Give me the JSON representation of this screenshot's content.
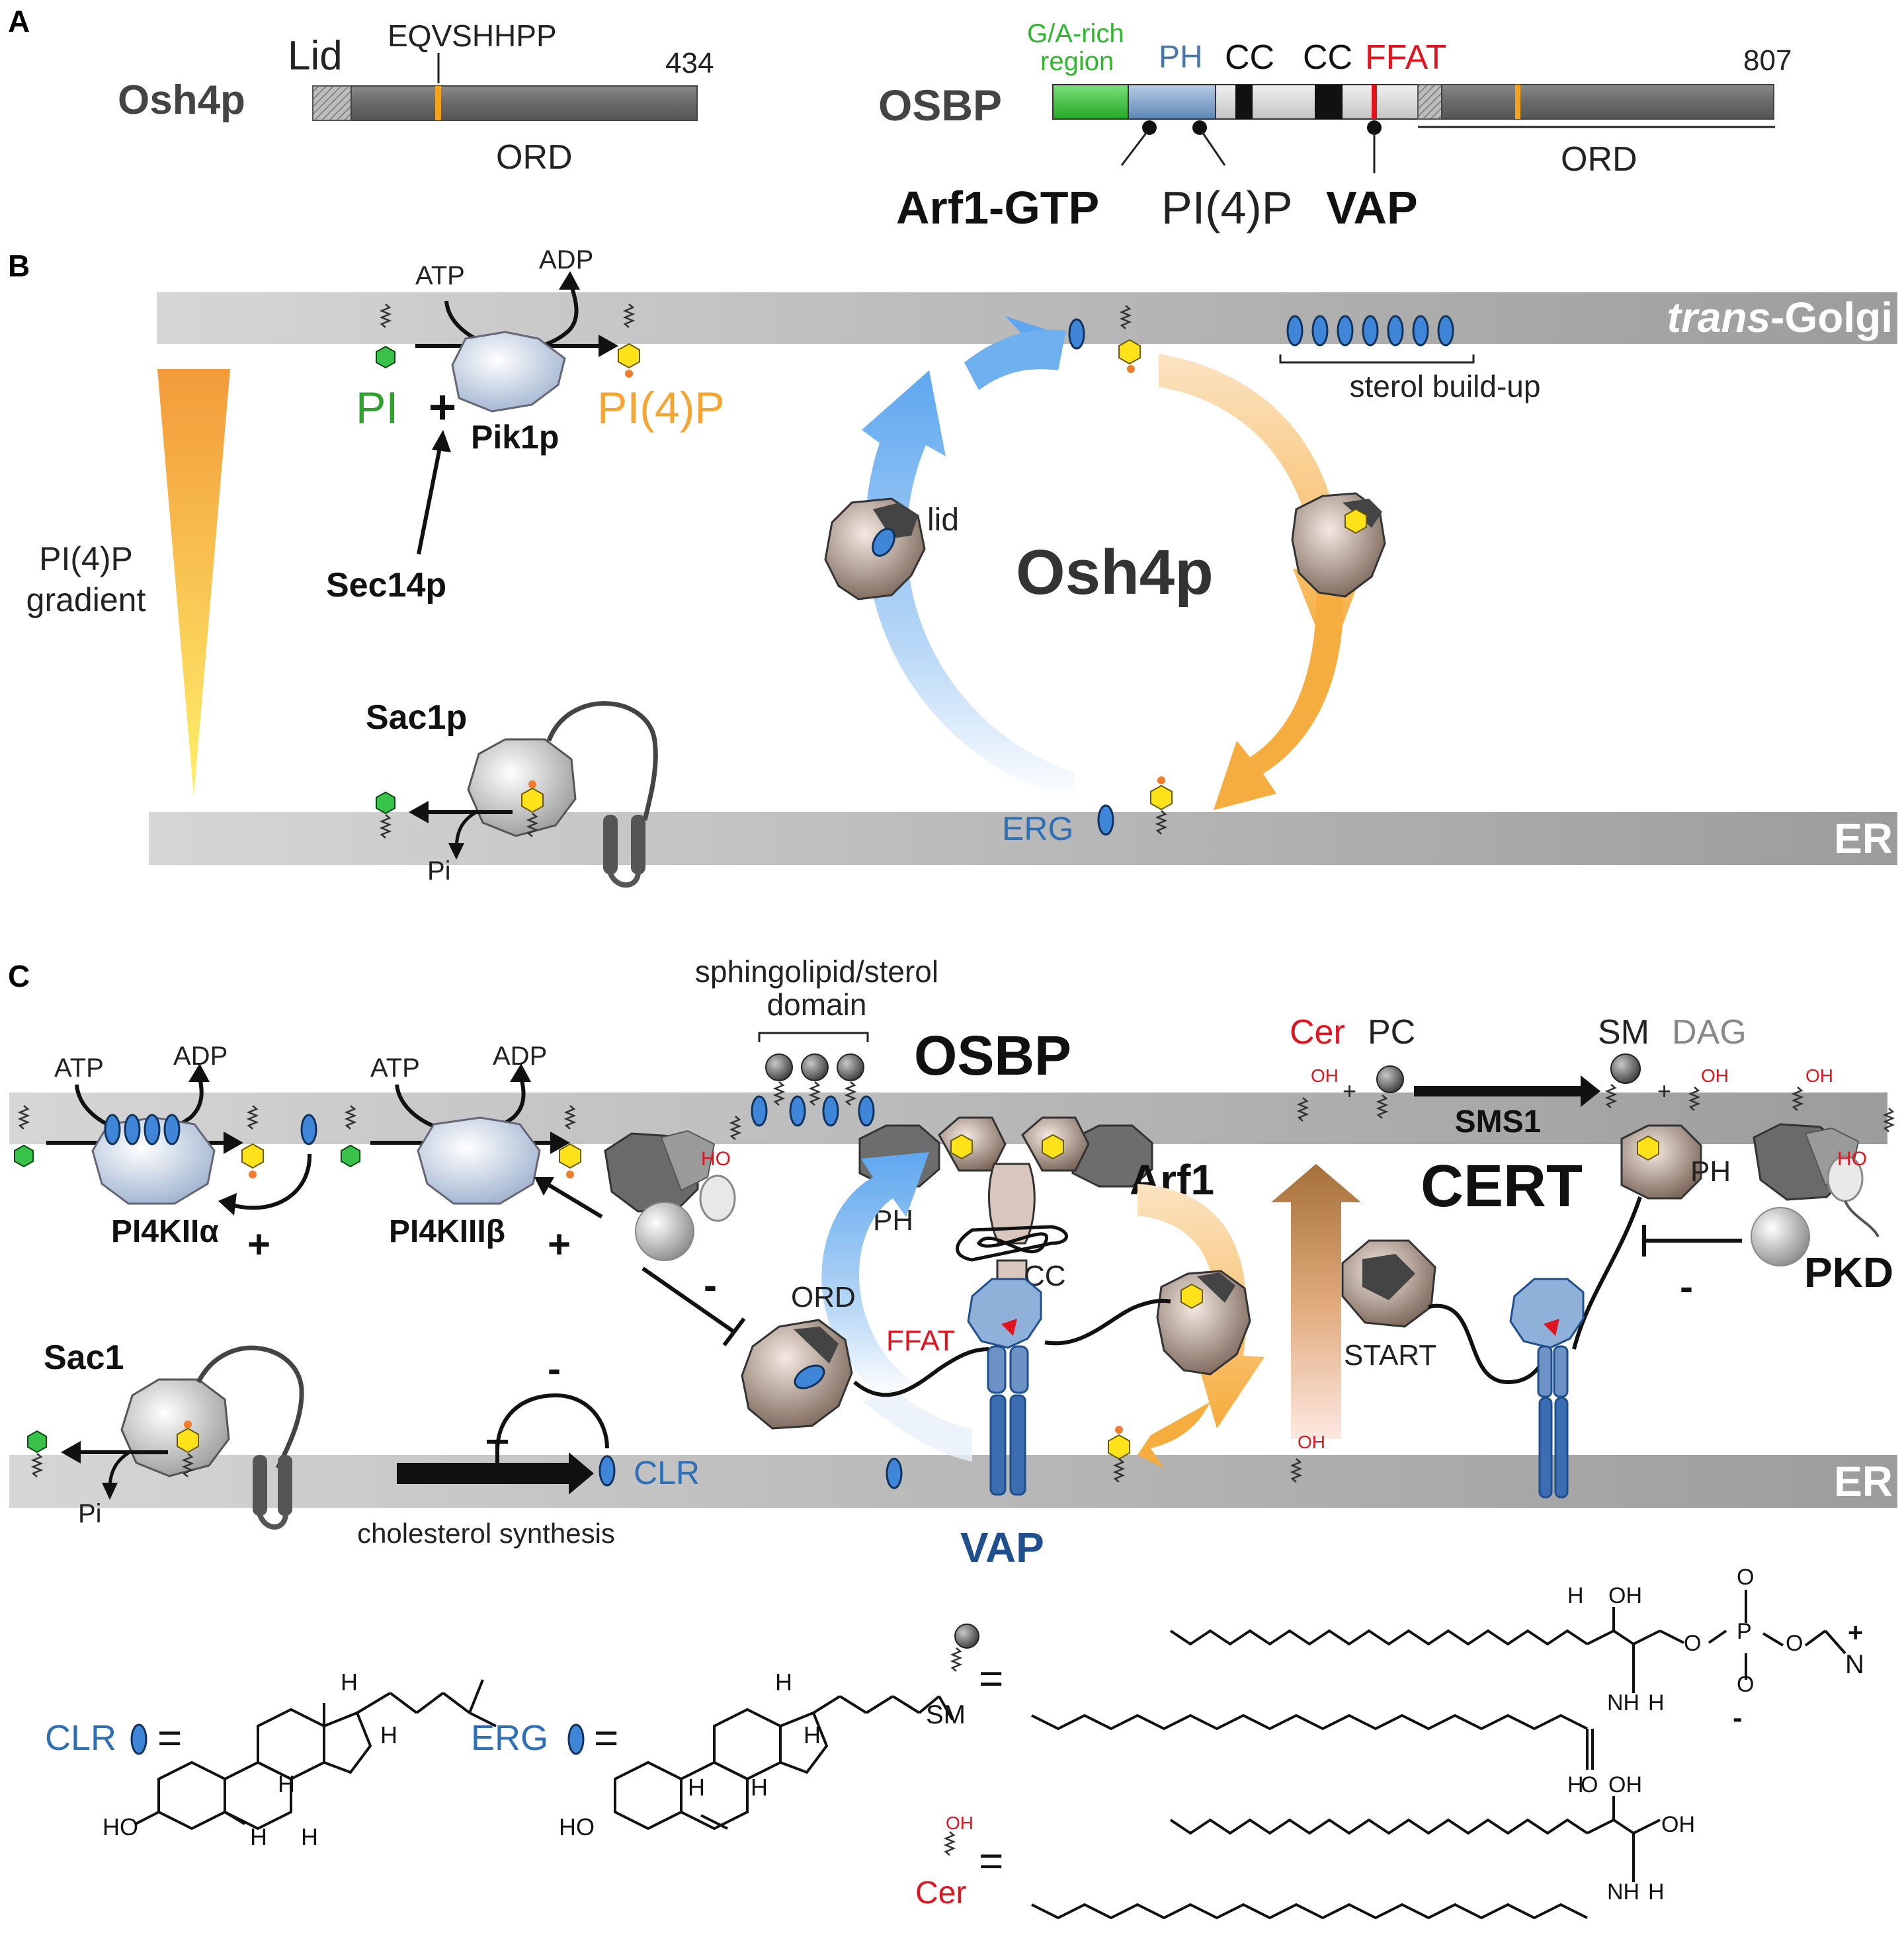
{
  "panelA": {
    "panel_label": "A",
    "osh4p": {
      "name": "Osh4p",
      "lid": "Lid",
      "motif": "EQVSHHPP",
      "length": "434",
      "domain": "ORD"
    },
    "osbp": {
      "name": "OSBP",
      "ga_region_line1": "G/A-rich",
      "ga_region_line2": "region",
      "ph": "PH",
      "cc1": "CC",
      "cc2": "CC",
      "ffat": "FFAT",
      "length": "807",
      "domain": "ORD",
      "binder_arf1": "Arf1-GTP",
      "binder_pi4p": "PI(4)P",
      "binder_vap": "VAP"
    }
  },
  "panelB": {
    "panel_label": "B",
    "golgi_label_italic": "trans",
    "golgi_label_rest": "-Golgi",
    "er_label": "ER",
    "atp": "ATP",
    "adp": "ADP",
    "pi": "PI",
    "plus": "+",
    "pi4p": "PI(4)P",
    "pik1p": "Pik1p",
    "sec14p": "Sec14p",
    "gradient_line1": "PI(4)P",
    "gradient_line2": "gradient",
    "sterol_buildup": "sterol build-up",
    "lid": "lid",
    "osh4p": "Osh4p",
    "sac1p": "Sac1p",
    "pi_release": "Pi",
    "erg": "ERG"
  },
  "panelC": {
    "panel_label": "C",
    "atp1": "ATP",
    "adp1": "ADP",
    "atp2": "ATP",
    "adp2": "ADP",
    "sphingo_line1": "sphingolipid/sterol",
    "sphingo_line2": "domain",
    "osbp": "OSBP",
    "cer": "Cer",
    "pc": "PC",
    "sm": "SM",
    "dag": "DAG",
    "oh": "OH",
    "ho": "HO",
    "plus": "+",
    "sms1": "SMS1",
    "cert": "CERT",
    "ph": "PH",
    "cc": "CC",
    "arf1": "Arf1",
    "pi4kiia": "PI4KIIα",
    "pi4kiiib": "PI4KIIIβ",
    "minus": "-",
    "ord": "ORD",
    "ffat": "FFAT",
    "start": "START",
    "pkd": "PKD",
    "sac1": "Sac1",
    "pi_release": "Pi",
    "clr": "CLR",
    "chol_synth": "cholesterol synthesis",
    "vap": "VAP",
    "er_label": "ER"
  },
  "structures": {
    "clr": "CLR",
    "erg": "ERG",
    "sm": "SM",
    "cer": "Cer",
    "equals": "=",
    "h": "H",
    "ho": "HO",
    "oh": "OH",
    "o": "O",
    "p": "P",
    "n": "N",
    "nh": "NH",
    "plus": "+",
    "minus": "-"
  },
  "colors": {
    "membrane": "#c8c8c8",
    "pi_green": "#2ea12e",
    "pi4p_orange": "#f5a534",
    "sterol_blue": "#2f6fb6",
    "arrow_blue": "#6fb0ee",
    "arrow_orange": "#f6b24a",
    "ffat_red": "#e0141e",
    "vap_blue": "#1f4f8c",
    "ga_green": "#3fc63f",
    "ph_blue": "#4a78a8"
  }
}
